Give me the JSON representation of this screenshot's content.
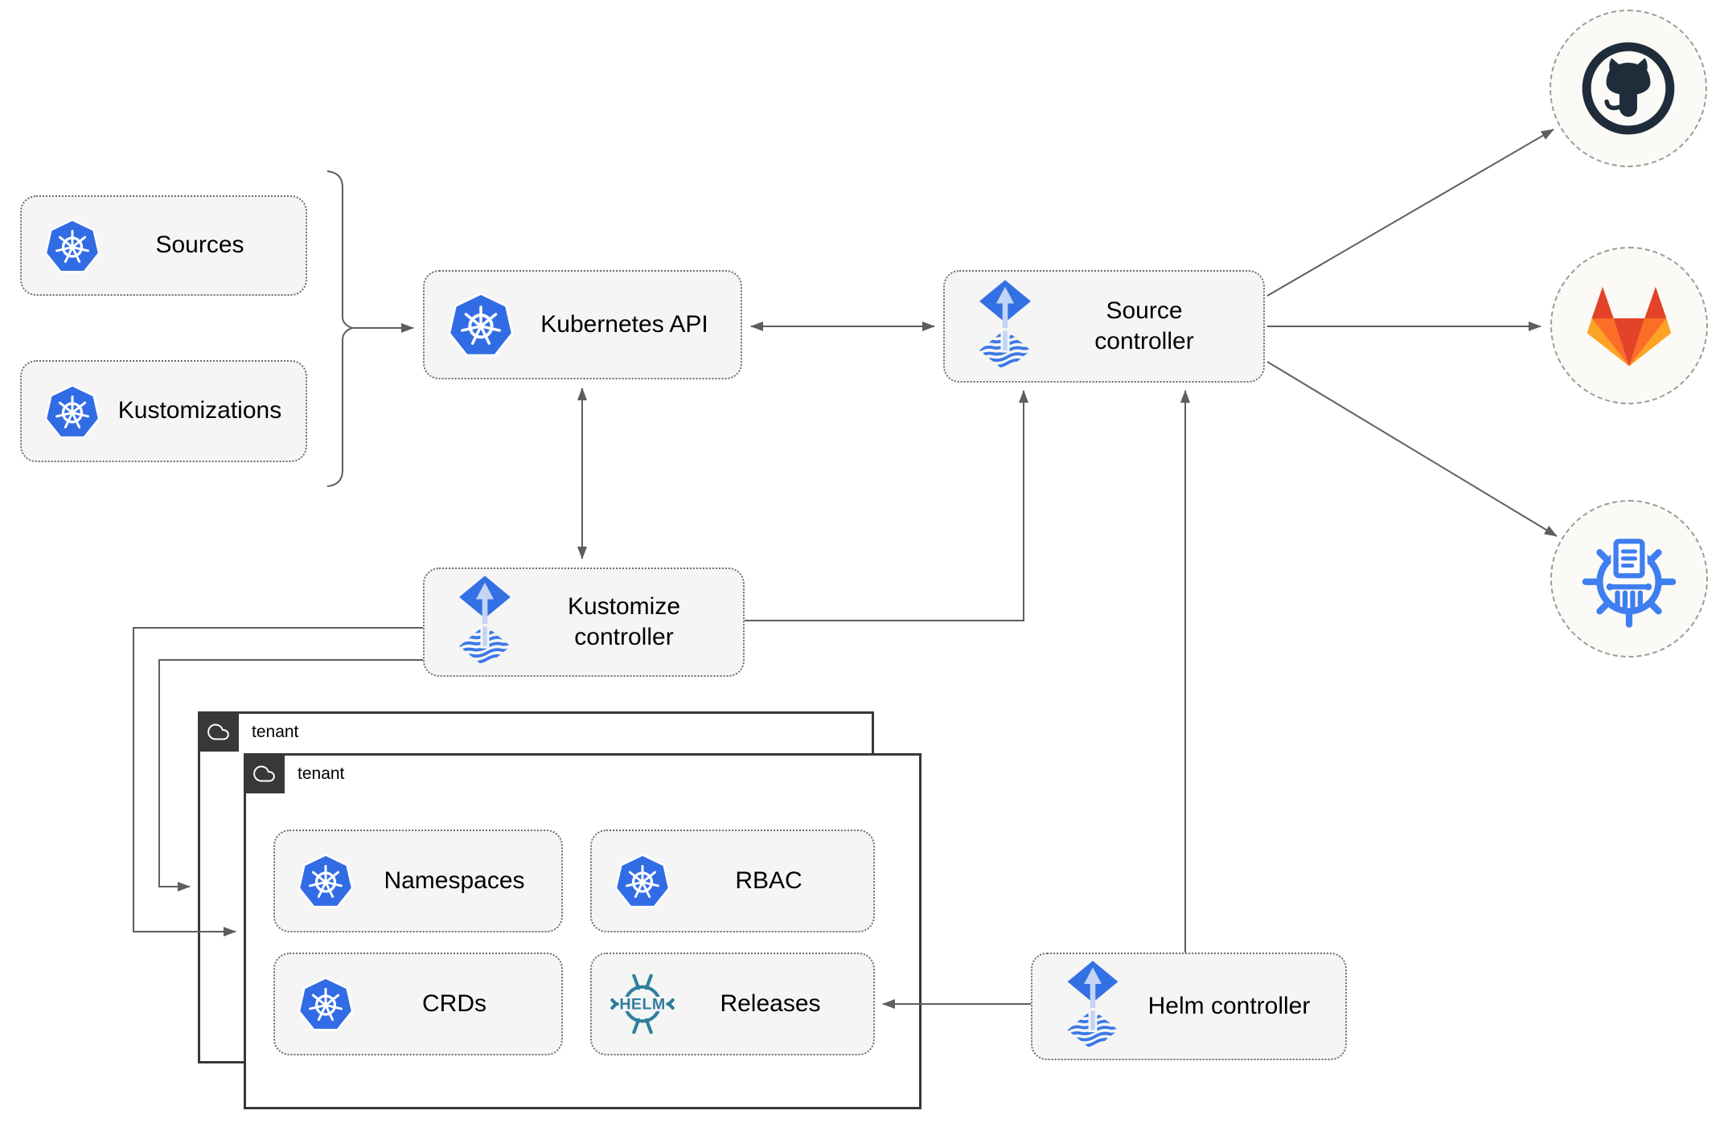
{
  "diagram": {
    "nodes": {
      "sources": {
        "label": "Sources",
        "icon": "kubernetes-icon"
      },
      "kustomizations": {
        "label": "Kustomizations",
        "icon": "kubernetes-icon"
      },
      "kubernetes_api": {
        "label": "Kubernetes API",
        "icon": "kubernetes-icon"
      },
      "source_controller": {
        "label": "Source controller",
        "icon": "flux-icon"
      },
      "kustomize_controller": {
        "label": "Kustomize controller",
        "icon": "flux-icon"
      },
      "helm_controller": {
        "label": "Helm controller",
        "icon": "flux-icon"
      },
      "namespaces": {
        "label": "Namespaces",
        "icon": "kubernetes-icon"
      },
      "rbac": {
        "label": "RBAC",
        "icon": "kubernetes-icon"
      },
      "crds": {
        "label": "CRDs",
        "icon": "kubernetes-icon"
      },
      "releases": {
        "label": "Releases",
        "icon": "helm-icon"
      }
    },
    "groups": {
      "tenant_back": {
        "label": "tenant",
        "icon": "cloud-icon"
      },
      "tenant_front": {
        "label": "tenant",
        "icon": "cloud-icon"
      }
    },
    "external": {
      "github": {
        "icon": "github-icon"
      },
      "gitlab": {
        "icon": "gitlab-icon"
      },
      "registry": {
        "icon": "harbor-registry-icon"
      }
    },
    "logos": {
      "helm_wordmark": "HELM"
    },
    "colors": {
      "kubernetes_blue": "#326ce5",
      "flux_blue": "#3370e3",
      "flux_light_arrow": "#c3d4f4",
      "flux_stripe_blue": "#3a78e8",
      "helm_teal": "#2e7f9e",
      "github_dark": "#1f2d3a",
      "gitlab_red": "#e24329",
      "gitlab_orange": "#fc6d26",
      "gitlab_yellow": "#fca326",
      "harbor_blue": "#3e7ef0",
      "node_fill": "#f5f5f5",
      "node_border": "#6e6e6e",
      "connector_gray": "#5e5e5e",
      "tenant_border": "#383838",
      "circle_fill": "#fbfaf6"
    }
  }
}
